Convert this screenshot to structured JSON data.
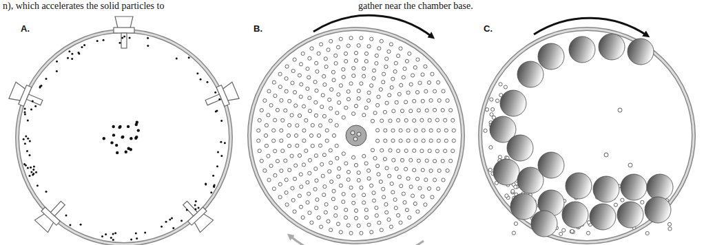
{
  "diagram": {
    "labels": [
      "n), which accelerates the solid particles to",
      "gather near the chamber base.",
      "A.",
      "B.",
      "C."
    ]
  }
}
